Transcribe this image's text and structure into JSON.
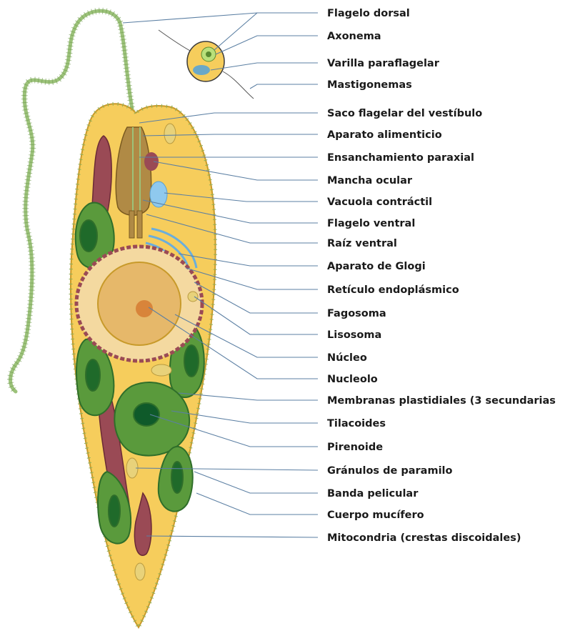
{
  "colors": {
    "cytoplasm": "#f6cd5c",
    "cell_outline": "#c89a2a",
    "chloroplast": "#5a9a3c",
    "chloroplast_dark": "#2f6e2a",
    "pyrenoid": "#0f5a2a",
    "mitochondrion": "#9a4a55",
    "nucleus": "#e6b86a",
    "nucleolus": "#d8843a",
    "contractile_vacuole": "#8fc9ee",
    "golgi": "#6aaedc",
    "flagellum": "#9cc27a",
    "leader_line": "#5b7fa3"
  },
  "labels": [
    "Flagelo dorsal",
    "Axonema",
    "Varilla paraflagelar",
    "Mastigonemas",
    "Saco flagelar del vestíbulo",
    "Aparato alimenticio",
    "Ensanchamiento paraxial",
    "Mancha ocular",
    "Vacuola contráctil",
    "Flagelo ventral",
    "Raíz ventral",
    "Aparato de Glogi",
    "Retículo endoplásmico",
    "Fagosoma",
    "Lisosoma",
    "Núcleo",
    "Nucleolo",
    "Membranas plastidiales (3 secundarias",
    "Tilacoides",
    "Pirenoide",
    "Gránulos de paramilo",
    "Banda pelicular",
    "Cuerpo mucífero",
    "Mitocondria (crestas discoidales)"
  ]
}
